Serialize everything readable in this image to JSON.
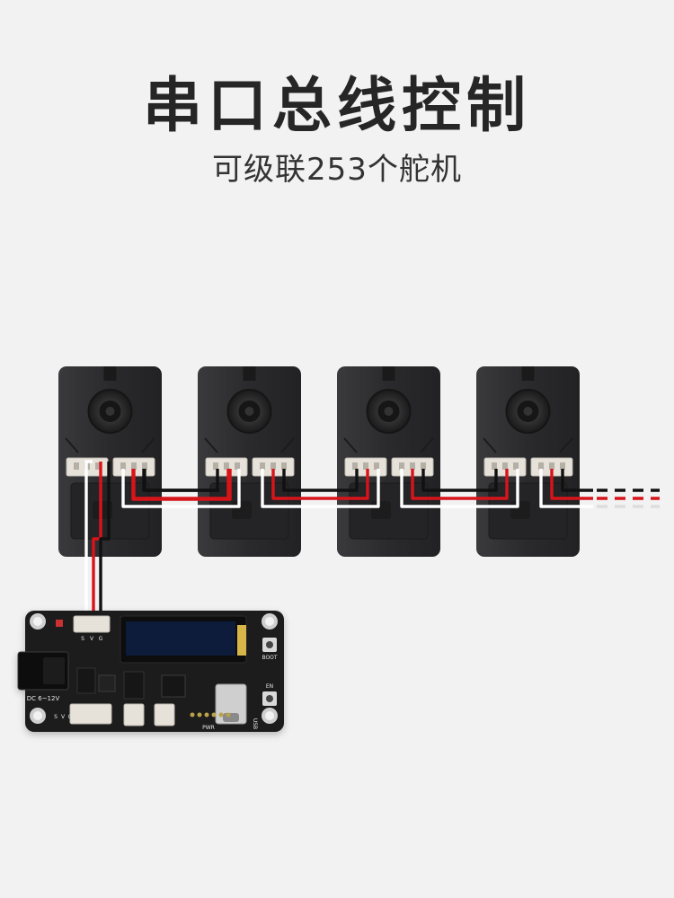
{
  "page": {
    "title": "串口总线控制",
    "subtitle": "可级联253个舵机"
  },
  "board": {
    "bus_pin_labels": [
      "S",
      "V",
      "G"
    ],
    "aux_pin_labels": [
      "S",
      "V",
      "G"
    ],
    "power_label": "DC 6~12V",
    "boot_label": "BOOT",
    "en_label": "EN",
    "pwr_label": "PWR",
    "usb_label": "USB"
  },
  "colors": {
    "background": "#f2f2f2",
    "servo_body": "#2c2c2e",
    "board": "#1c1c1e",
    "wire_red": "#d8141b",
    "wire_black": "#111111",
    "wire_white": "#ffffff",
    "connector": "#e6e2da"
  },
  "servo_count_shown": 4
}
